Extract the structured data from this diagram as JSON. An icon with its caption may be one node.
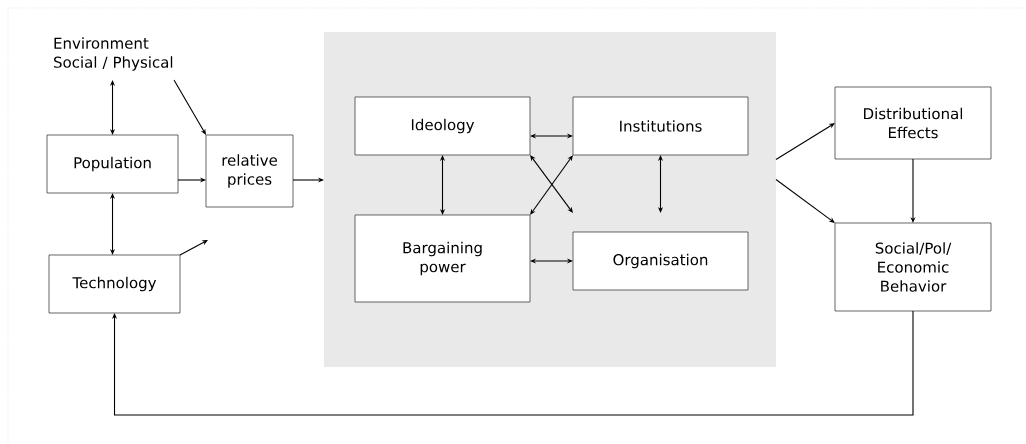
{
  "diagram": {
    "nodes": [
      {
        "text": [
          "Environment Social / Physical"
        ]
      },
      {
        "text": [
          "Population"
        ]
      },
      {
        "text": [
          "relative prices"
        ]
      },
      {
        "text": [
          "Technology"
        ]
      },
      {
        "text": [],
        "shape": "box"
      },
      {
        "text": [
          "Ideology"
        ],
        "in": 4
      },
      {
        "text": [
          "Institutions"
        ],
        "in": 4
      },
      {
        "text": [
          "Bargaining power"
        ],
        "in": 4
      },
      {
        "text": [
          "Organisation"
        ],
        "in": 4
      },
      {
        "text": [
          "Distributional Effects"
        ]
      },
      {
        "text": [
          "Social/Pol/ Economic Behavior"
        ]
      }
    ],
    "edges": [
      {
        "from": 0,
        "to": 1,
        "arrow": "both"
      },
      {
        "from": 0,
        "to": 2,
        "arrow": "to"
      },
      {
        "from": 1,
        "to": 2,
        "arrow": "to"
      },
      {
        "from": 1,
        "to": 3,
        "arrow": "both"
      },
      {
        "from": 3,
        "to": null,
        "arrow": "to"
      },
      {
        "from": 2,
        "to": 4,
        "arrow": "to"
      },
      {
        "from": 5,
        "to": 6,
        "arrow": "both"
      },
      {
        "from": 5,
        "to": 7,
        "arrow": "both"
      },
      {
        "from": 5,
        "to": 8,
        "arrow": "both"
      },
      {
        "from": 7,
        "to": 6,
        "arrow": "both"
      },
      {
        "from": 6,
        "to": 8,
        "arrow": "both"
      },
      {
        "from": 7,
        "to": 8,
        "arrow": "both"
      },
      {
        "from": 4,
        "to": 9,
        "arrow": "to"
      },
      {
        "from": 4,
        "to": 10,
        "arrow": "to"
      },
      {
        "from": 9,
        "to": 10,
        "arrow": "to"
      },
      {
        "from": 10,
        "to": 3,
        "arrow": "to"
      }
    ]
  }
}
